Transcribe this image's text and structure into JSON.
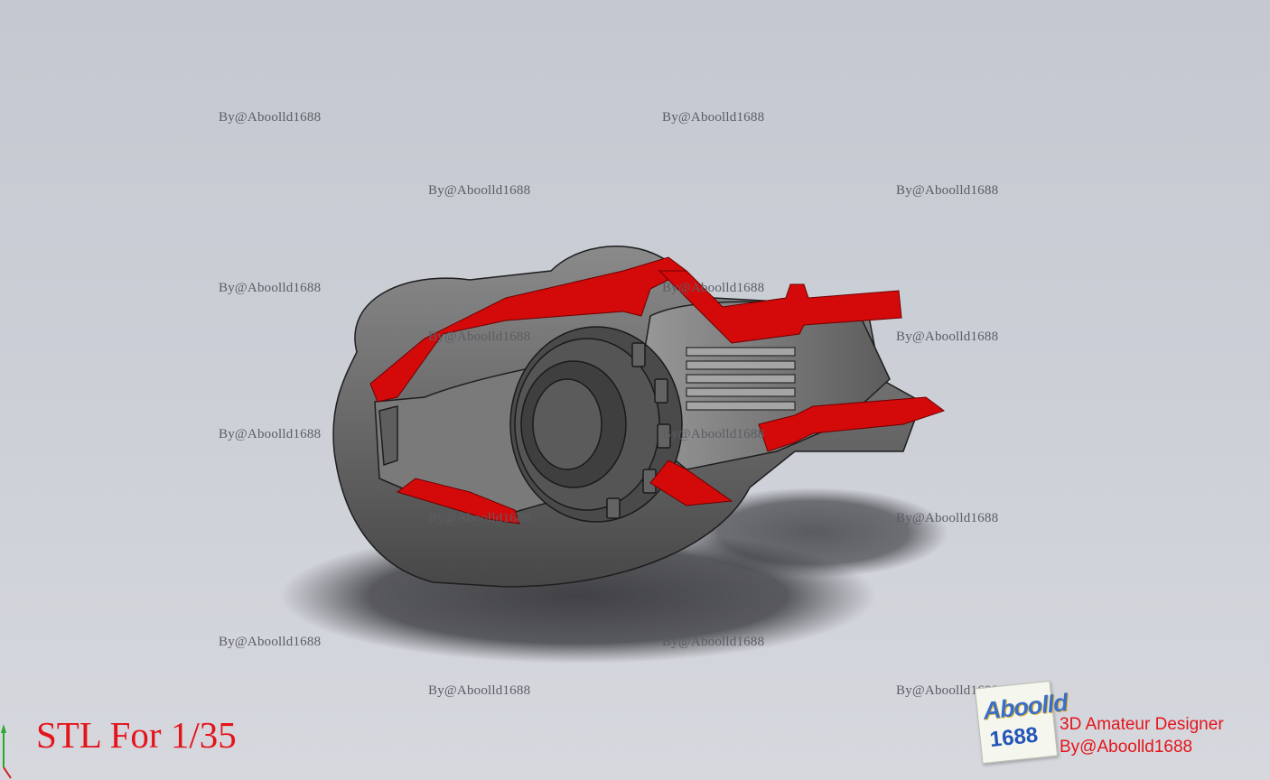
{
  "watermark_text": "By@Aboolld1688",
  "caption": "STL For 1/35",
  "logo": {
    "line1": "Aboolld",
    "line2": "1688"
  },
  "designer": {
    "line1": "3D Amateur Designer",
    "line2": "By@Aboolld1688"
  },
  "colors": {
    "background": "#c8cbd2",
    "model_gray": "#6b6b6b",
    "section_red": "#d40a0a",
    "caption_red": "#e4141b",
    "watermark": "#5a5d63"
  }
}
